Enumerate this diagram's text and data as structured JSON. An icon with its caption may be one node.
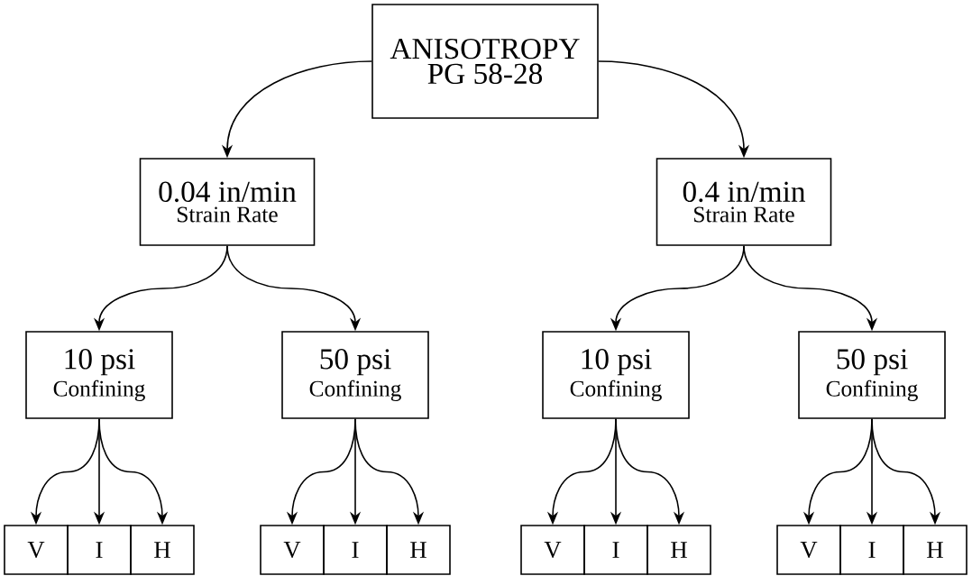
{
  "diagram": {
    "nodes": [
      {
        "text": [
          "ANISOTROPY",
          "PG 58-28"
        ]
      },
      {
        "text": [
          "0.04 in/min",
          "Strain Rate"
        ]
      },
      {
        "text": [
          "0.4 in/min",
          "Strain Rate"
        ]
      },
      {
        "text": [
          "10 psi",
          "Confining"
        ]
      },
      {
        "text": [
          "50 psi",
          "Confining"
        ]
      },
      {
        "text": [
          "10 psi",
          "Confining"
        ]
      },
      {
        "text": [
          "50 psi",
          "Confining"
        ]
      },
      {
        "text": [
          "V"
        ]
      },
      {
        "text": [
          "I"
        ]
      },
      {
        "text": [
          "H"
        ]
      },
      {
        "text": [
          "V"
        ]
      },
      {
        "text": [
          "I"
        ]
      },
      {
        "text": [
          "H"
        ]
      },
      {
        "text": [
          "V"
        ]
      },
      {
        "text": [
          "I"
        ]
      },
      {
        "text": [
          "H"
        ]
      },
      {
        "text": [
          "V"
        ]
      },
      {
        "text": [
          "I"
        ]
      },
      {
        "text": [
          "H"
        ]
      }
    ],
    "edges": [
      {
        "from": 0,
        "to": 1,
        "arrow": "to"
      },
      {
        "from": 0,
        "to": 2,
        "arrow": "to"
      },
      {
        "from": 1,
        "to": 3,
        "arrow": "to"
      },
      {
        "from": 1,
        "to": 4,
        "arrow": "to"
      },
      {
        "from": 2,
        "to": 5,
        "arrow": "to"
      },
      {
        "from": 2,
        "to": 6,
        "arrow": "to"
      },
      {
        "from": 3,
        "to": 7,
        "arrow": "to"
      },
      {
        "from": 3,
        "to": 8,
        "arrow": "to"
      },
      {
        "from": 3,
        "to": 9,
        "arrow": "to"
      },
      {
        "from": 4,
        "to": 10,
        "arrow": "to"
      },
      {
        "from": 4,
        "to": 11,
        "arrow": "to"
      },
      {
        "from": 4,
        "to": 12,
        "arrow": "to"
      },
      {
        "from": 5,
        "to": 13,
        "arrow": "to"
      },
      {
        "from": 5,
        "to": 14,
        "arrow": "to"
      },
      {
        "from": 5,
        "to": 15,
        "arrow": "to"
      },
      {
        "from": 6,
        "to": 16,
        "arrow": "to"
      },
      {
        "from": 6,
        "to": 17,
        "arrow": "to"
      },
      {
        "from": 6,
        "to": 18,
        "arrow": "to"
      }
    ]
  }
}
